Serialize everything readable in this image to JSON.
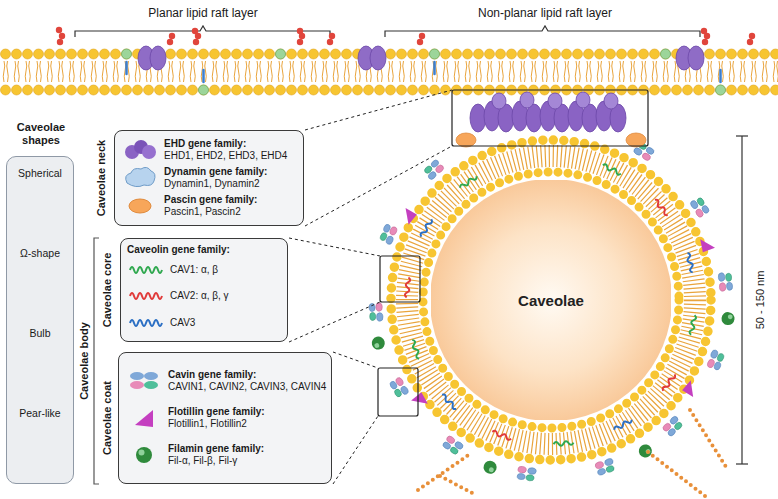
{
  "diagram": {
    "nodes": [
      {
        "text": [
          "Caveolae shapes",
          "Spherical",
          "Ω-shape",
          "Bulb",
          "Pear-like"
        ]
      },
      {
        "text": [
          "EHD gene family:",
          "EHD1, EHD2, EHD3, EHD4",
          "Dynamin gene family:",
          "Dynamin1, Dynamin2",
          "Pascin gene family:",
          "Pascin1, Pascin2"
        ]
      },
      {
        "text": [
          "Caveolin gene family:",
          "CAV1: α, β",
          "CAV2: α, β, γ",
          "CAV3"
        ]
      },
      {
        "text": [
          "Cavin gene family:",
          "CAVIN1, CAVIN2, CAVIN3, CAVIN4",
          "Flotillin gene family:",
          "Flotillin1, Flotillin2",
          "Filamin gene family:",
          "Fil-α, Fil-β, Fil-γ"
        ]
      },
      {
        "text": [
          "Caveolae"
        ]
      }
    ],
    "labels": [
      "Planar lipid raft layer",
      "Non-planar lipid raft layer",
      "Caveolae neck",
      "Caveolae body",
      "Caveolae core",
      "Caveolae coat",
      "50 - 150 nm"
    ]
  }
}
